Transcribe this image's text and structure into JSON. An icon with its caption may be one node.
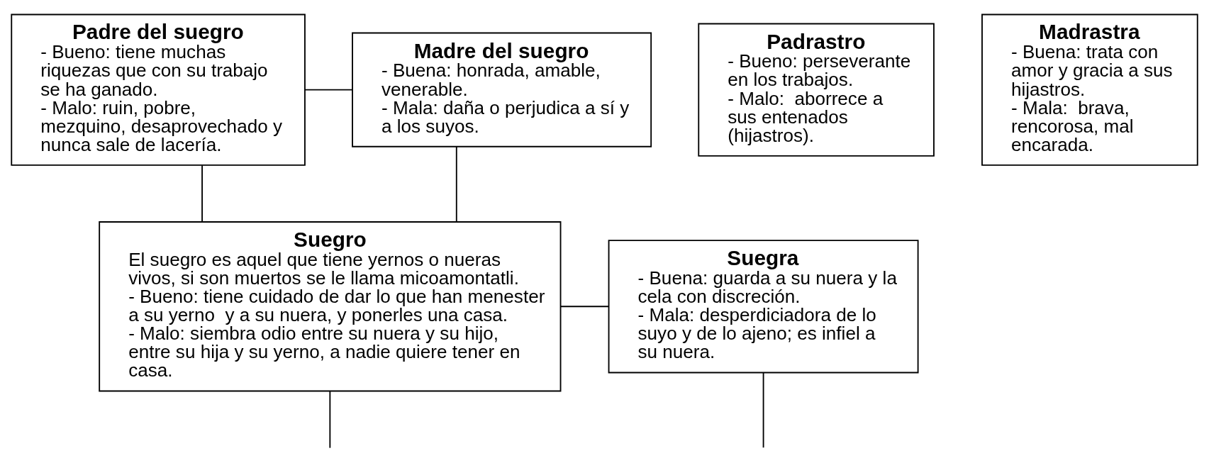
{
  "diagram": {
    "nodes": [
      {
        "text": [
          "Padre del suegro",
          "- Bueno: tiene muchas riquezas que con su trabajo se ha ganado.",
          "- Malo: ruin, pobre, mezquino, desaprovechado y nunca sale de lacería."
        ]
      },
      {
        "text": [
          "Madre del suegro",
          "- Buena: honrada, amable, venerable.",
          "- Mala: daña o perjudica a sí y a los suyos."
        ]
      },
      {
        "text": [
          "Padrastro",
          "- Bueno: perseverante en los trabajos.",
          "- Malo:  aborrece a sus entenados (hijastros)."
        ]
      },
      {
        "text": [
          "Madrastra",
          "- Buena: trata con amor y gracia a sus hijastros.",
          "- Mala:  brava, rencorosa, mal encarada."
        ]
      },
      {
        "text": [
          "Suegro",
          "El suegro es aquel que tiene yernos o nueras vivos, si son muertos se le llama micoamontatli.",
          "- Bueno: tiene cuidado de dar lo que han menester a su yerno  y a su nuera, y ponerles una casa.",
          "- Malo: siembra odio entre su nuera y su hijo, entre su hija y su yerno, a nadie quiere tener en casa."
        ]
      },
      {
        "text": [
          "Suegra",
          "- Buena: guarda a su nuera y la cela con discreción.",
          "- Mala: desperdiciadora de lo suyo y de lo ajeno; es infiel a su nuera."
        ]
      }
    ],
    "edges": [
      {
        "from": 0,
        "to": 1,
        "arrow": "none"
      },
      {
        "from": 0,
        "to": 4,
        "arrow": "none"
      },
      {
        "from": 1,
        "to": 4,
        "arrow": "none"
      },
      {
        "from": 4,
        "to": 5,
        "arrow": "none"
      },
      {
        "from": 4,
        "to": null,
        "arrow": "none"
      },
      {
        "from": 5,
        "to": null,
        "arrow": "none"
      }
    ]
  }
}
